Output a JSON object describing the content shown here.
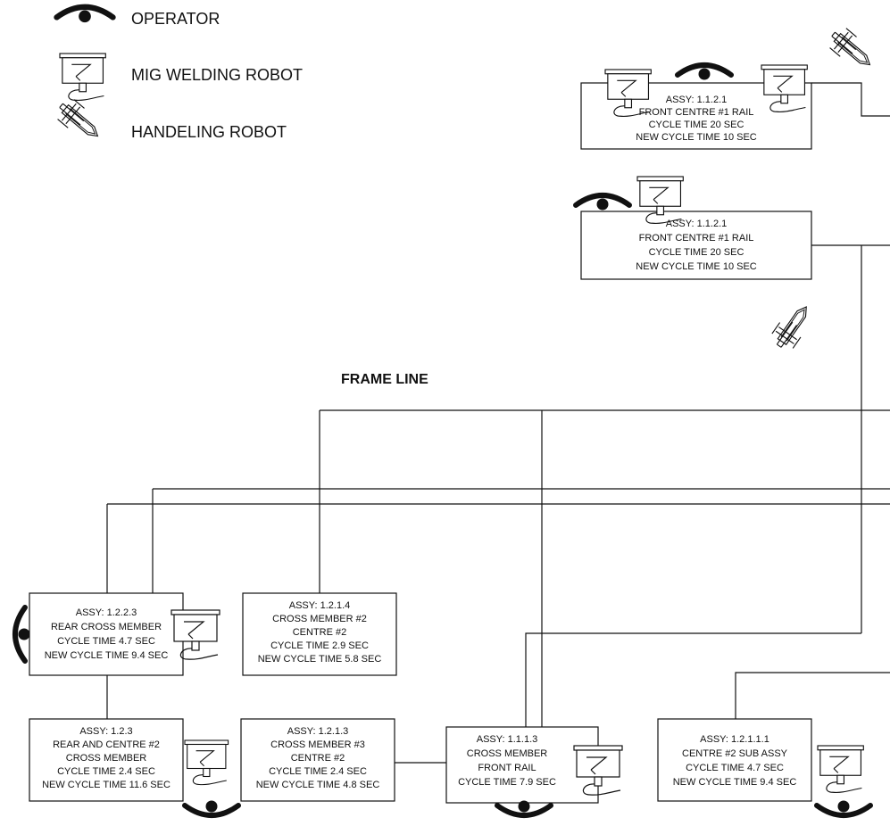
{
  "legend": {
    "operator": "OPERATOR",
    "mig_robot": "MIG WELDING ROBOT",
    "handling_robot": "HANDELING ROBOT"
  },
  "title": "FRAME LINE",
  "boxes": {
    "b1121_top": [
      "ASSY: 1.1.2.1",
      "FRONT CENTRE #1 RAIL",
      "CYCLE TIME 20 SEC",
      "NEW CYCLE TIME 10 SEC"
    ],
    "b1121": [
      "ASSY: 1.1.2.1",
      "FRONT CENTRE #1 RAIL",
      "CYCLE TIME 20 SEC",
      "NEW CYCLE TIME 10 SEC"
    ],
    "b1223": [
      "ASSY: 1.2.2.3",
      "REAR CROSS MEMBER",
      "CYCLE TIME 4.7 SEC",
      "NEW CYCLE TIME 9.4 SEC"
    ],
    "b1214": [
      "ASSY: 1.2.1.4",
      "CROSS MEMBER #2",
      "CENTRE #2",
      "CYCLE TIME 2.9 SEC",
      "NEW CYCLE TIME 5.8 SEC"
    ],
    "b123": [
      "ASSY: 1.2.3",
      "REAR AND CENTRE #2",
      "CROSS MEMBER",
      "CYCLE TIME 2.4 SEC",
      "NEW CYCLE TIME 11.6 SEC"
    ],
    "b1213": [
      "ASSY: 1.2.1.3",
      "CROSS MEMBER #3",
      "CENTRE #2",
      "CYCLE TIME 2.4 SEC",
      "NEW CYCLE TIME 4.8 SEC"
    ],
    "b1113": [
      "ASSY: 1.1.1.3",
      "CROSS MEMBER",
      "FRONT RAIL",
      "CYCLE TIME 7.9 SEC"
    ],
    "b12111": [
      "ASSY: 1.2.1.1.1",
      "CENTRE #2 SUB ASSY",
      "CYCLE TIME 4.7 SEC",
      "NEW CYCLE TIME 9.4 SEC"
    ]
  }
}
